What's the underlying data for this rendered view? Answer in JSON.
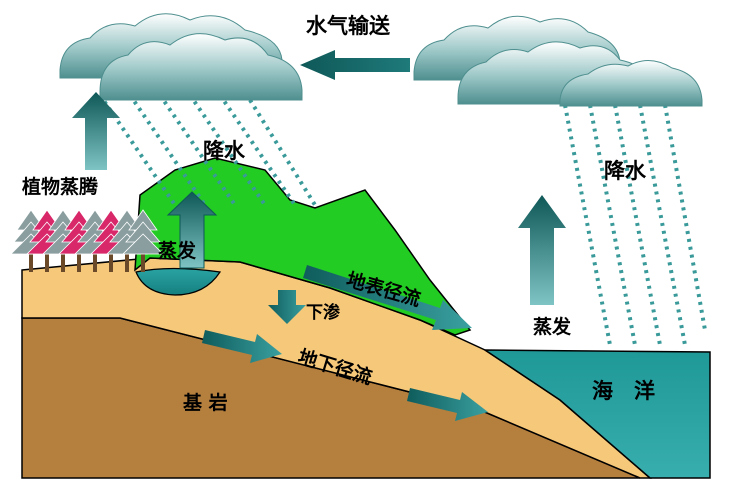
{
  "labels": {
    "vapor_transport": "水气输送",
    "precip_land": "降水",
    "precip_ocean": "降水",
    "plant_transpiration": "植物蒸腾",
    "evaporation_land": "蒸发",
    "evaporation_ocean": "蒸发",
    "surface_runoff": "地表径流",
    "infiltration": "下渗",
    "groundwater_runoff": "地下径流",
    "bedrock": "基 岩",
    "ocean": "海　洋"
  },
  "colors": {
    "cloud": "#5f9f9f",
    "rain": "#3a9a9a",
    "arrow": "#1d6f6f",
    "vegetation": "#22cc22",
    "soil": "#f6c87a",
    "bedrock": "#b57f3e",
    "ocean": "#2a9e9e",
    "tree_pink": "#d8286a",
    "tree_gray": "#8a9ea0"
  }
}
